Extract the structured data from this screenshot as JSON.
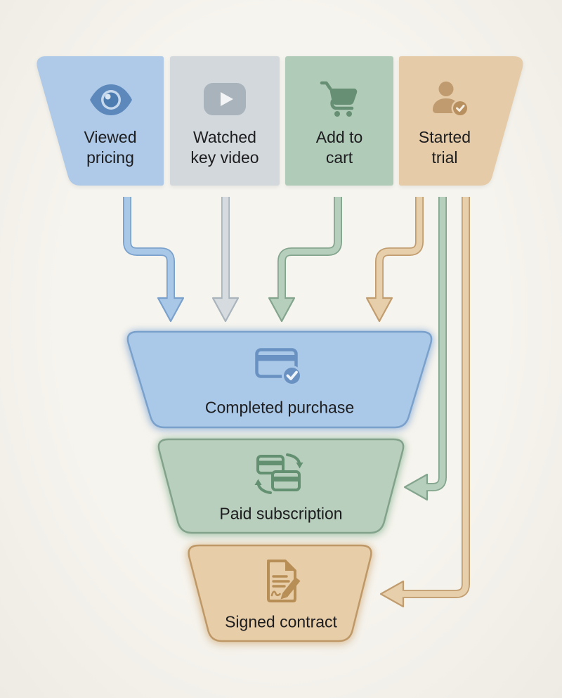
{
  "canvas": {
    "background_center": "#f6f4ee",
    "background_edge": "#ebe9e2",
    "text_color": "#1d1d1f"
  },
  "top_stages": [
    {
      "name": "viewed-pricing",
      "label_line1": "Viewed",
      "label_line2": "pricing",
      "fill": "#aecae8",
      "icon": "eye-icon",
      "icon_color": "#5d88bb",
      "icon_detail_dark": "#4d7cb0",
      "icon_detail_light": "#d7e4f2",
      "icon_ring": "#c6d8ec"
    },
    {
      "name": "watched-key-video",
      "label_line1": "Watched",
      "label_line2": "key video",
      "fill": "#d3d8dc",
      "icon": "video-play-icon",
      "icon_color": "#a8b3bc",
      "icon_detail_light": "#f2f4f6"
    },
    {
      "name": "add-to-cart",
      "label_line1": "Add to",
      "label_line2": "cart",
      "fill": "#b0cbb8",
      "icon": "shopping-cart-icon",
      "icon_color": "#668f74"
    },
    {
      "name": "started-trial",
      "label_line1": "Started",
      "label_line2": "trial",
      "fill": "#e5cba8",
      "icon": "person-check-icon",
      "icon_color": "#c09b6f",
      "icon_badge": "#b8905f",
      "icon_check": "#f6efe4"
    }
  ],
  "funnel_stages": [
    {
      "name": "completed-purchase",
      "label": "Completed purchase",
      "fill": "#aac8e7",
      "border": "#7aa1cb",
      "icon": "card-check-icon",
      "icon_color": "#6992c2",
      "icon_check": "#eef4fb"
    },
    {
      "name": "paid-subscription",
      "label": "Paid subscription",
      "fill": "#b8cfbd",
      "border": "#83a28c",
      "icon": "card-recurring-icon",
      "icon_color": "#649072"
    },
    {
      "name": "signed-contract",
      "label": "Signed contract",
      "fill": "#e7cda8",
      "border": "#bf9868",
      "icon": "document-pen-icon",
      "icon_color": "#b88e57"
    }
  ],
  "arrows": [
    {
      "name": "viewed-pricing-to-completed-purchase",
      "fill": "#a9c7e7",
      "outline": "#7aa1cb"
    },
    {
      "name": "watched-key-video-to-completed-purchase",
      "fill": "#d6dbdf",
      "outline": "#a9b4bc"
    },
    {
      "name": "add-to-cart-to-completed-purchase",
      "fill": "#b6cebc",
      "outline": "#83a48d"
    },
    {
      "name": "started-trial-to-completed-purchase",
      "fill": "#e8cfab",
      "outline": "#c19c6e"
    },
    {
      "name": "started-trial-to-paid-subscription",
      "fill": "#b6cebc",
      "outline": "#83a48d"
    },
    {
      "name": "started-trial-to-signed-contract",
      "fill": "#e8cfab",
      "outline": "#c19c6e"
    }
  ]
}
